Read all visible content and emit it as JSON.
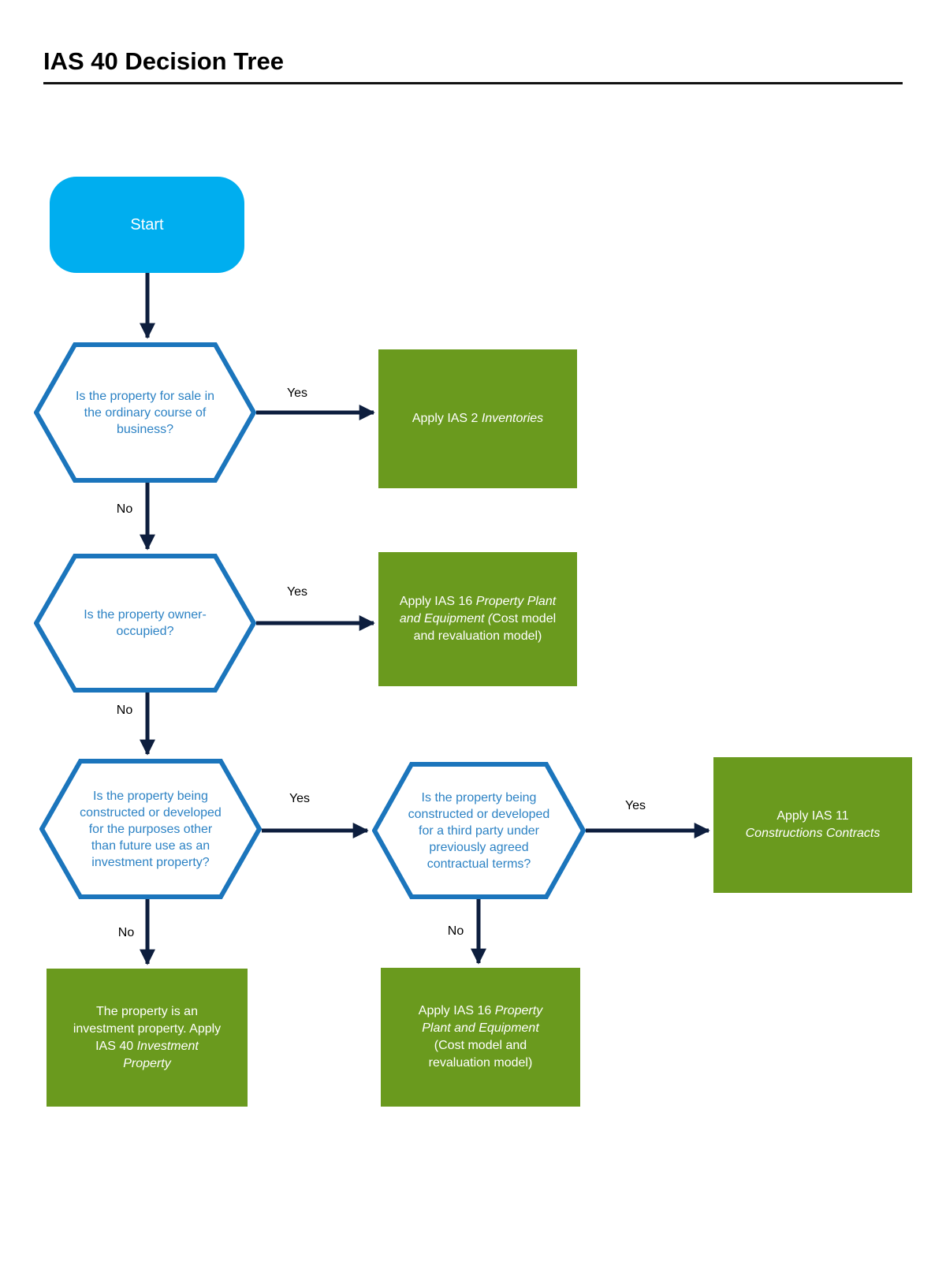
{
  "page": {
    "title": "IAS 40 Decision Tree"
  },
  "labels": {
    "yes": "Yes",
    "no": "No"
  },
  "colors": {
    "start_fill": "#00AEEF",
    "hex_border": "#1B75BC",
    "hex_text": "#2C82C4",
    "outcome_fill": "#6A9A1E",
    "outcome_text": "#FFFFFF",
    "arrow": "#0D1E3E",
    "label_text": "#000000",
    "title_text": "#000000"
  },
  "nodes": {
    "start": {
      "label": "Start"
    },
    "d1": {
      "question": "Is the property for sale in\nthe ordinary course of\nbusiness?"
    },
    "d2": {
      "question": "Is the property owner-\noccupied?"
    },
    "d3": {
      "question": "Is the property being\nconstructed or developed\nfor the purposes other\nthan future use as an\ninvestment property?"
    },
    "d4": {
      "question": "Is the property being\nconstructed or developed\nfor a third party under\npreviously agreed\ncontractual terms?"
    },
    "o_ias2": {
      "segments": [
        {
          "text": "Apply IAS 2 "
        },
        {
          "text": "Inventories",
          "italic": true
        }
      ]
    },
    "o_ias16_right": {
      "segments": [
        {
          "text": "Apply IAS 16 "
        },
        {
          "text": "Property Plant\nand Equipment (",
          "italic": true
        },
        {
          "text": "Cost model\nand revaluation model)"
        }
      ]
    },
    "o_ias11": {
      "segments": [
        {
          "text": "Apply IAS 11\n"
        },
        {
          "text": "Constructions Contracts",
          "italic": true
        }
      ]
    },
    "o_ias40": {
      "segments": [
        {
          "text": "The property is an\ninvestment property. Apply\nIAS 40 "
        },
        {
          "text": "Investment\nProperty",
          "italic": true
        }
      ]
    },
    "o_ias16_bottom": {
      "segments": [
        {
          "text": "Apply IAS 16 "
        },
        {
          "text": "Property\nPlant and Equipment",
          "italic": true
        },
        {
          "text": "\n(Cost model and\nrevaluation model)"
        }
      ]
    }
  }
}
